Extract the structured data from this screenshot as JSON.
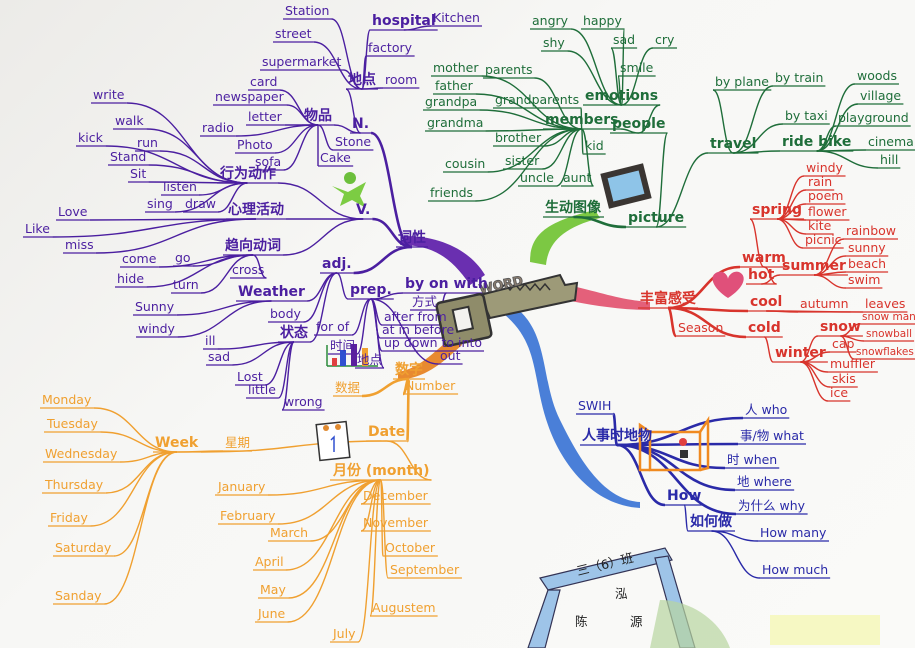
{
  "center": {
    "label": "WORD"
  },
  "colors": {
    "purple": "#4b1fa0",
    "green": "#1f6e3a",
    "red": "#d8342c",
    "blue": "#2a2aa8",
    "orange": "#f0a030",
    "key": "#8f8c6a",
    "pink": "#e0507a"
  },
  "branches": [
    {
      "name": "parts-of-speech",
      "color": "#4b1fa0",
      "nodes": [
        {
          "text": "词性",
          "parent": -1
        },
        {
          "text": "N.",
          "parent": 0
        },
        {
          "text": "地点",
          "parent": 1
        },
        {
          "text": "Station",
          "parent": 2
        },
        {
          "text": "street",
          "parent": 2
        },
        {
          "text": "supermarket",
          "parent": 2
        },
        {
          "text": "hospital",
          "parent": 2
        },
        {
          "text": "factory",
          "parent": 2
        },
        {
          "text": "room",
          "parent": 2
        },
        {
          "text": "Kitchen",
          "parent": 6
        },
        {
          "text": "物品",
          "parent": 1
        },
        {
          "text": "card",
          "parent": 10
        },
        {
          "text": "newspaper",
          "parent": 10
        },
        {
          "text": "letter",
          "parent": 10
        },
        {
          "text": "radio",
          "parent": 10
        },
        {
          "text": "Photo",
          "parent": 10
        },
        {
          "text": "sofa",
          "parent": 10
        },
        {
          "text": "Stone",
          "parent": 10
        },
        {
          "text": "Cake",
          "parent": 10
        },
        {
          "text": "V.",
          "parent": 0
        },
        {
          "text": "行为动作",
          "parent": 19
        },
        {
          "text": "write",
          "parent": 20
        },
        {
          "text": "walk",
          "parent": 20
        },
        {
          "text": "kick",
          "parent": 20
        },
        {
          "text": "run",
          "parent": 20
        },
        {
          "text": "Stand",
          "parent": 20
        },
        {
          "text": "Sit",
          "parent": 20
        },
        {
          "text": "listen",
          "parent": 20
        },
        {
          "text": "sing",
          "parent": 20
        },
        {
          "text": "draw",
          "parent": 20
        },
        {
          "text": "心理活动",
          "parent": 19
        },
        {
          "text": "Love",
          "parent": 30
        },
        {
          "text": "Like",
          "parent": 30
        },
        {
          "text": "miss",
          "parent": 30
        },
        {
          "text": "趋向动词",
          "parent": 19
        },
        {
          "text": "come",
          "parent": 34
        },
        {
          "text": "go",
          "parent": 34
        },
        {
          "text": "hide",
          "parent": 34
        },
        {
          "text": "turn",
          "parent": 34
        },
        {
          "text": "cross",
          "parent": 34
        },
        {
          "text": "adj.",
          "parent": 0
        },
        {
          "text": "Weather",
          "parent": 40
        },
        {
          "text": "Sunny",
          "parent": 41
        },
        {
          "text": "windy",
          "parent": 41
        },
        {
          "text": "body",
          "parent": 40
        },
        {
          "text": "状态",
          "parent": 40
        },
        {
          "text": "ill",
          "parent": 45
        },
        {
          "text": "sad",
          "parent": 45
        },
        {
          "text": "Lost",
          "parent": 45
        },
        {
          "text": "little",
          "parent": 45
        },
        {
          "text": "wrong",
          "parent": 45
        },
        {
          "text": "prep.",
          "parent": 40
        },
        {
          "text": "by on with",
          "parent": 51
        },
        {
          "text": "方式",
          "parent": 52
        },
        {
          "text": "after from",
          "parent": 51
        },
        {
          "text": "at in before",
          "parent": 51
        },
        {
          "text": "up down to into",
          "parent": 51
        },
        {
          "text": "out",
          "parent": 51
        },
        {
          "text": "for of",
          "parent": 51
        },
        {
          "text": "时间",
          "parent": 51
        },
        {
          "text": "地点",
          "parent": 51
        }
      ]
    },
    {
      "name": "picture",
      "color": "#1f6e3a",
      "nodes": [
        {
          "text": "生动图像",
          "parent": -1
        },
        {
          "text": "picture",
          "parent": 0
        },
        {
          "text": "people",
          "parent": 1
        },
        {
          "text": "emotions",
          "parent": 2
        },
        {
          "text": "angry",
          "parent": 3
        },
        {
          "text": "happy",
          "parent": 3
        },
        {
          "text": "shy",
          "parent": 3
        },
        {
          "text": "sad",
          "parent": 3
        },
        {
          "text": "cry",
          "parent": 3
        },
        {
          "text": "smile",
          "parent": 3
        },
        {
          "text": "members",
          "parent": 2
        },
        {
          "text": "mother",
          "parent": 10
        },
        {
          "text": "parents",
          "parent": 10
        },
        {
          "text": "father",
          "parent": 10
        },
        {
          "text": "grandpa",
          "parent": 10
        },
        {
          "text": "grandparents",
          "parent": 10
        },
        {
          "text": "grandma",
          "parent": 10
        },
        {
          "text": "brother",
          "parent": 10
        },
        {
          "text": "kid",
          "parent": 10
        },
        {
          "text": "cousin",
          "parent": 10
        },
        {
          "text": "sister",
          "parent": 10
        },
        {
          "text": "uncle",
          "parent": 10
        },
        {
          "text": "aunt",
          "parent": 10
        },
        {
          "text": "friends",
          "parent": 10
        },
        {
          "text": "travel",
          "parent": 1
        },
        {
          "text": "by plane",
          "parent": 24
        },
        {
          "text": "by train",
          "parent": 24
        },
        {
          "text": "by taxi",
          "parent": 24
        },
        {
          "text": "ride bike",
          "parent": 24
        },
        {
          "text": "woods",
          "parent": 28
        },
        {
          "text": "village",
          "parent": 28
        },
        {
          "text": "playground",
          "parent": 28
        },
        {
          "text": "cinema",
          "parent": 28
        },
        {
          "text": "hill",
          "parent": 28
        }
      ]
    },
    {
      "name": "season",
      "color": "#d8342c",
      "nodes": [
        {
          "text": "丰富感受",
          "parent": -1
        },
        {
          "text": "Season",
          "parent": 0
        },
        {
          "text": "warm",
          "parent": 0
        },
        {
          "text": "spring",
          "parent": 2
        },
        {
          "text": "windy",
          "parent": 3
        },
        {
          "text": "rain",
          "parent": 3
        },
        {
          "text": "poem",
          "parent": 3
        },
        {
          "text": "flower",
          "parent": 3
        },
        {
          "text": "kite",
          "parent": 3
        },
        {
          "text": "picnic",
          "parent": 3
        },
        {
          "text": "hot",
          "parent": 2
        },
        {
          "text": "summer",
          "parent": 10
        },
        {
          "text": "rainbow",
          "parent": 11
        },
        {
          "text": "sunny",
          "parent": 11
        },
        {
          "text": "beach",
          "parent": 11
        },
        {
          "text": "swim",
          "parent": 11
        },
        {
          "text": "cool",
          "parent": 0
        },
        {
          "text": "autumn",
          "parent": 16
        },
        {
          "text": "leaves",
          "parent": 16
        },
        {
          "text": "cold",
          "parent": 0
        },
        {
          "text": "winter",
          "parent": 19
        },
        {
          "text": "snow",
          "parent": 20
        },
        {
          "text": "cap",
          "parent": 20
        },
        {
          "text": "muffler",
          "parent": 20
        },
        {
          "text": "skis",
          "parent": 20
        },
        {
          "text": "ice",
          "parent": 20
        },
        {
          "text": "snow man",
          "parent": 21
        },
        {
          "text": "snowball",
          "parent": 21
        },
        {
          "text": "snowflakes",
          "parent": 21
        }
      ]
    },
    {
      "name": "wh-questions",
      "color": "#2a2aa8",
      "nodes": [
        {
          "text": "人事时地物",
          "parent": -1
        },
        {
          "text": "SWIH",
          "parent": 0
        },
        {
          "text": "人 who",
          "parent": 0
        },
        {
          "text": "事/物 what",
          "parent": 0
        },
        {
          "text": "时 when",
          "parent": 0
        },
        {
          "text": "地 where",
          "parent": 0
        },
        {
          "text": "为什么 why",
          "parent": 0
        },
        {
          "text": "How",
          "parent": 0
        },
        {
          "text": "如何做",
          "parent": 7
        },
        {
          "text": "How many",
          "parent": 8
        },
        {
          "text": "How much",
          "parent": 8
        }
      ]
    },
    {
      "name": "number",
      "color": "#f0a030",
      "nodes": [
        {
          "text": "数字",
          "parent": -1
        },
        {
          "text": "Number",
          "parent": 0
        },
        {
          "text": "数据",
          "parent": 0
        },
        {
          "text": "Date",
          "parent": 0
        },
        {
          "text": "Week",
          "parent": 3
        },
        {
          "text": "星期",
          "parent": 4
        },
        {
          "text": "Monday",
          "parent": 4
        },
        {
          "text": "Tuesday",
          "parent": 4
        },
        {
          "text": "Wednesday",
          "parent": 4
        },
        {
          "text": "Thursday",
          "parent": 4
        },
        {
          "text": "Friday",
          "parent": 4
        },
        {
          "text": "Saturday",
          "parent": 4
        },
        {
          "text": "Sanday",
          "parent": 4
        },
        {
          "text": "月份 (month)",
          "parent": 3
        },
        {
          "text": "January",
          "parent": 13
        },
        {
          "text": "February",
          "parent": 13
        },
        {
          "text": "March",
          "parent": 13
        },
        {
          "text": "April",
          "parent": 13
        },
        {
          "text": "May",
          "parent": 13
        },
        {
          "text": "June",
          "parent": 13
        },
        {
          "text": "July",
          "parent": 13
        },
        {
          "text": "December",
          "parent": 13
        },
        {
          "text": "November",
          "parent": 13
        },
        {
          "text": "October",
          "parent": 13
        },
        {
          "text": "September",
          "parent": 13
        },
        {
          "text": "Augustem",
          "parent": 13
        }
      ]
    }
  ],
  "signature": {
    "class": "三（6）班",
    "name1": "泓",
    "name2": "陈",
    "name3": "源"
  }
}
